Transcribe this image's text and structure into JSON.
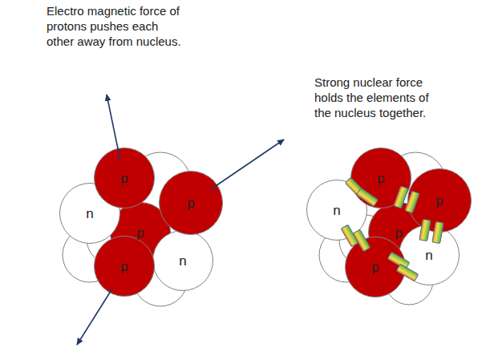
{
  "diagram": {
    "nodes": [
      {
        "text": [
          "p"
        ]
      },
      {
        "text": [
          "n"
        ]
      },
      {
        "text": [
          "p"
        ]
      },
      {
        "text": [
          "p"
        ]
      },
      {
        "text": [
          "n"
        ]
      },
      {
        "text": [
          "p"
        ]
      },
      {
        "text": [
          "p"
        ]
      },
      {
        "text": [
          "n"
        ]
      },
      {
        "text": [
          "p"
        ]
      },
      {
        "text": [
          "p"
        ]
      },
      {
        "text": [
          "n"
        ]
      },
      {
        "text": [
          "p"
        ]
      }
    ],
    "labels": [
      "Electro magnetic force of protons pushes each other away from nucleus.",
      "Strong nuclear force holds the elements of the nucleus together."
    ]
  }
}
